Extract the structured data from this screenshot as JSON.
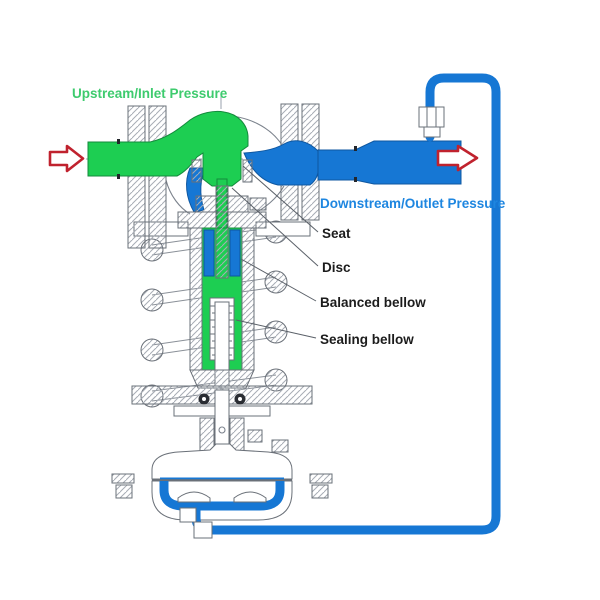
{
  "page": {
    "background": "#ffffff"
  },
  "diagram": {
    "labels": {
      "upstream": "Upstream/Inlet Pressure",
      "downstream": "Downstream/Outlet Pressure",
      "seat": "Seat",
      "disc": "Disc",
      "balanced_bellow": "Balanced bellow",
      "sealing_bellow": "Sealing bellow"
    },
    "icons": {
      "inlet_arrow": "flow-arrow-right",
      "outlet_arrow": "flow-arrow-right"
    },
    "colors": {
      "inlet_green": "#1dce52",
      "inlet_text_green": "#3ecb6e",
      "outlet_blue": "#1677d4",
      "outlet_text_blue": "#1e86e0",
      "arrow_red": "#c0222e",
      "label_dark": "#1c1c1c",
      "linework_gray": "#7b828c",
      "hatch_gray": "#a7adb5"
    }
  }
}
